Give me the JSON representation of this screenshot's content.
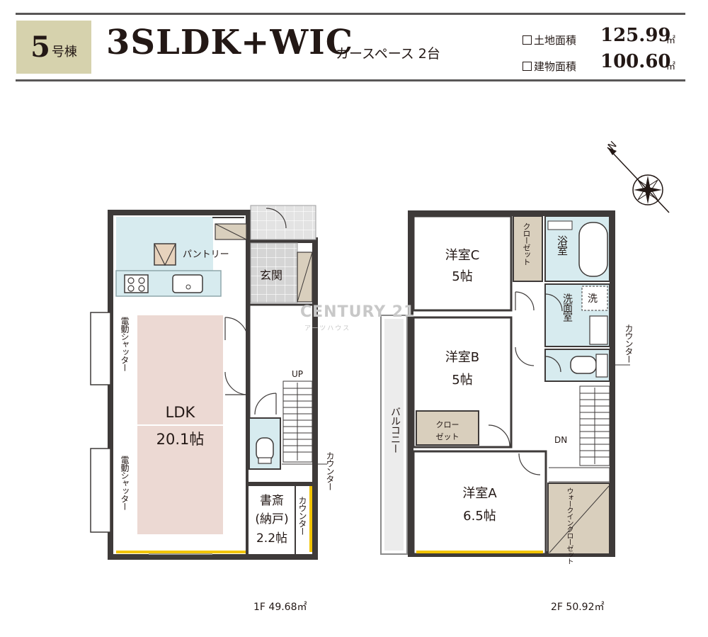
{
  "header": {
    "building_number": "5",
    "building_suffix": "号棟",
    "layout": "3SLDK+WIC",
    "car_space": "カースペース 2台",
    "land_area_label": "土地面積",
    "land_area_value": "125.99",
    "building_area_label": "建物面積",
    "building_area_value": "100.60",
    "area_unit": "㎡"
  },
  "floor1": {
    "caption": "1F 49.68㎡",
    "rooms": {
      "ldk_name": "LDK",
      "ldk_size": "20.1帖",
      "pantry": "パントリー",
      "entrance": "玄関",
      "study_line1": "書斎",
      "study_line2": "(納戸)",
      "study_size": "2.2帖",
      "counter_inner": "カウンター",
      "counter_outer": "カウンター",
      "shutter_top": "電動シャッター",
      "shutter_bottom": "電動シャッター",
      "up": "UP"
    }
  },
  "floor2": {
    "caption": "2F 50.92㎡",
    "rooms": {
      "room_c_name": "洋室C",
      "room_c_size": "5帖",
      "room_b_name": "洋室B",
      "room_b_size": "5帖",
      "room_a_name": "洋室A",
      "room_a_size": "6.5帖",
      "closet_c": "クローゼット",
      "closet_b_line1": "クロー",
      "closet_b_line2": "ゼット",
      "bath": "浴室",
      "washroom": "洗面室",
      "washer": "洗",
      "balcony": "バルコニー",
      "counter": "カウンター",
      "wic": "ウォークインクローゼット",
      "down": "DN"
    }
  },
  "watermark": {
    "brand": "CENTURY 21",
    "sub": "アーツハウス"
  },
  "compass": {
    "north": "N"
  },
  "colors": {
    "kitchen": "#d7ebef",
    "ldk": "#ecd9d3",
    "wood": "#d9cfbd",
    "tile": "#d9d9d9",
    "wall": "#231815",
    "floor_bg": "#ffffff",
    "accent_yellow": "#f2c400",
    "badge": "#d6d2ad"
  }
}
